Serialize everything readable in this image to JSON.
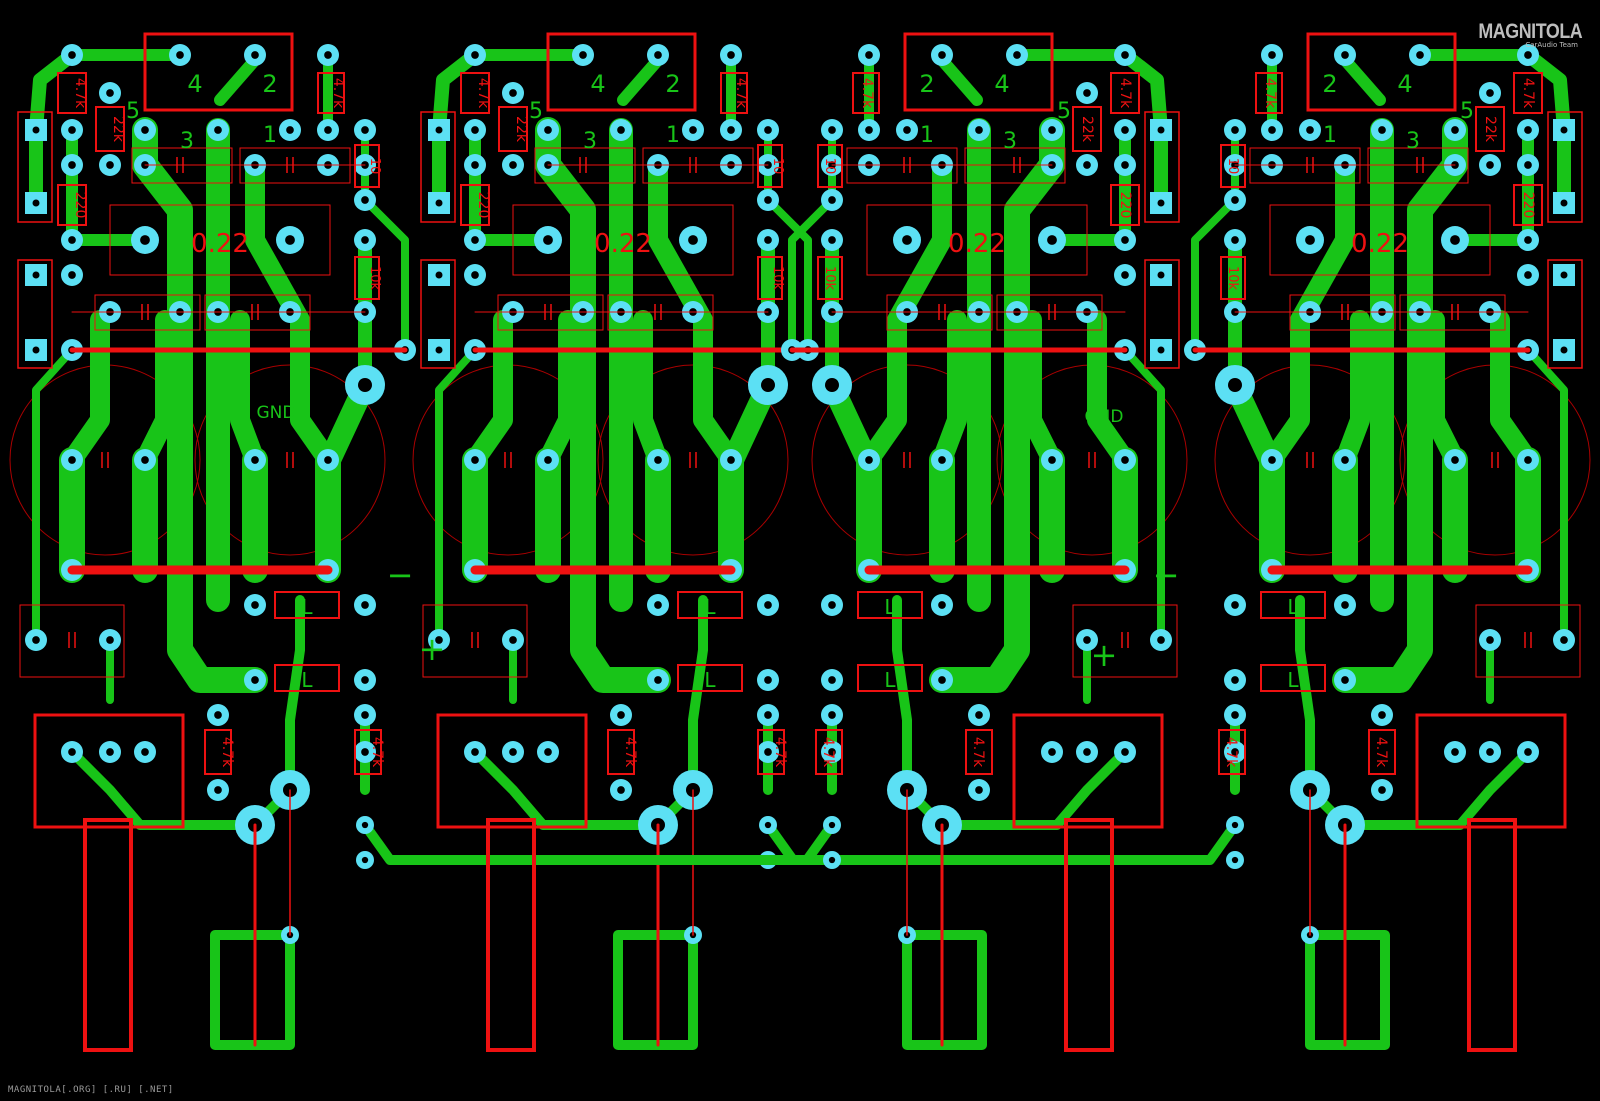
{
  "logo": {
    "brand": "MAGNITOLA",
    "sub": "CarAudio Team"
  },
  "footer": "MAGNITOLA[.ORG] [.RU] [.NET]",
  "colors": {
    "background": "#000000",
    "trace": "#18c418",
    "pad": "#5ce0f4",
    "silk": "#ee1111",
    "outline": "#aa0000"
  },
  "labels": {
    "ground": "GND",
    "pin4": "4",
    "pin2": "2",
    "pin3": "3",
    "pin1": "1",
    "pin5": "5",
    "r047": "0.22",
    "r4k7": "4.7k",
    "r22k": "22k",
    "r220": "220",
    "r10k": "10k",
    "r10": "10",
    "inductor": "L",
    "plus": "+",
    "minus": "−"
  }
}
